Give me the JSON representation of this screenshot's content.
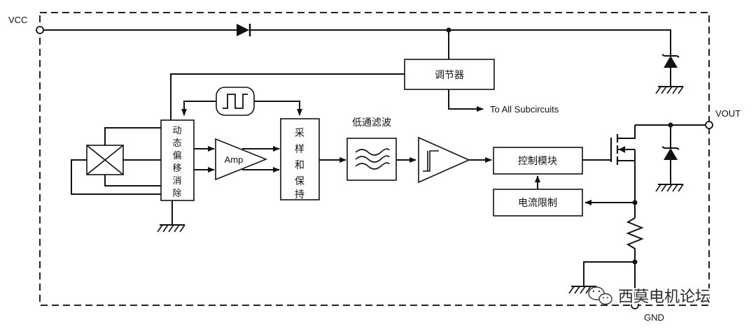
{
  "pins": {
    "vcc": "VCC",
    "vout": "VOUT",
    "gnd": "GND"
  },
  "blocks": {
    "regulator": "调节器",
    "chopper": [
      "动",
      "态",
      "偏",
      "移",
      "消",
      "除"
    ],
    "amp": "Amp",
    "sample_hold": [
      "采",
      "样",
      "和",
      "保",
      "持"
    ],
    "lowpass_title": "低通滤波",
    "control_module": "控制模块",
    "current_limit": "电流限制"
  },
  "annotations": {
    "to_all": "To All Subcircuits"
  },
  "watermark": {
    "text": "西莫电机论坛"
  }
}
